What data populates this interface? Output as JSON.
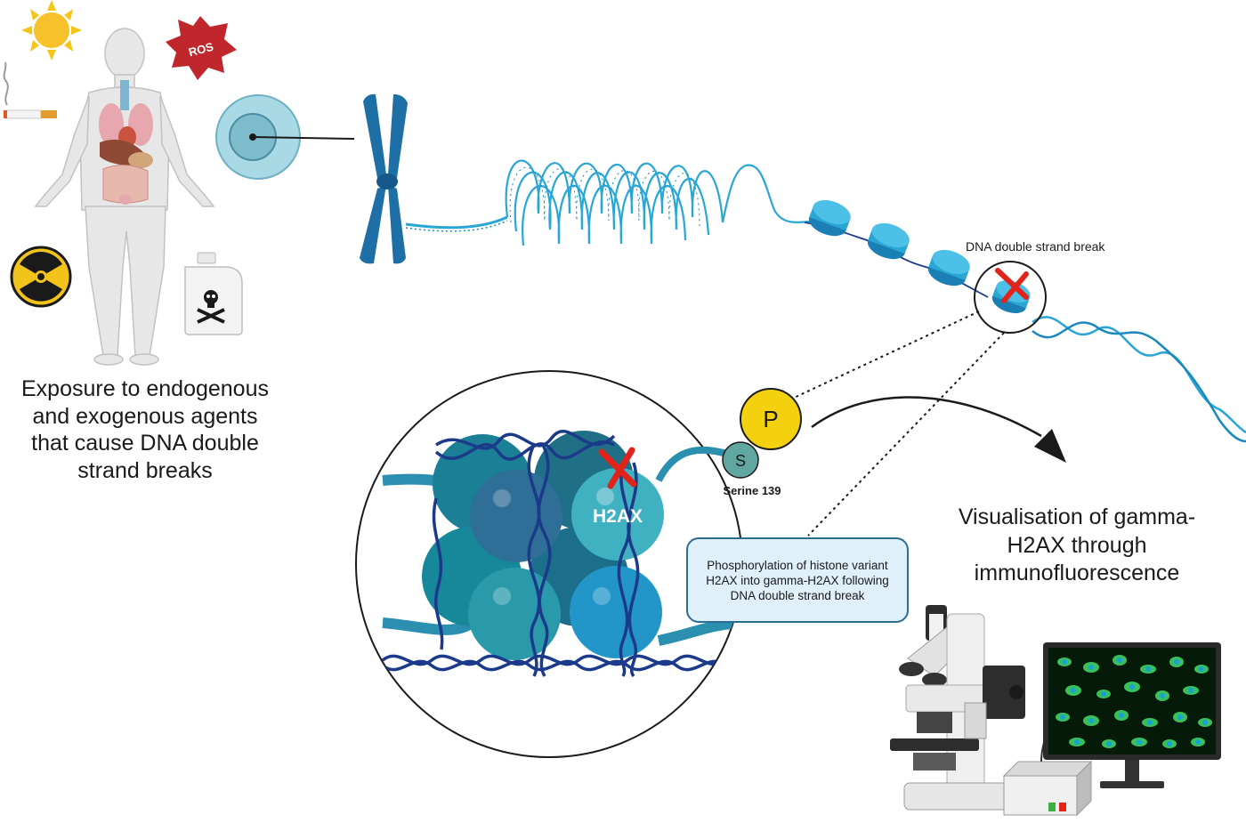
{
  "labels": {
    "exposure": "Exposure to endogenous and exogenous agents that cause DNA double strand breaks",
    "ros": "ROS",
    "dsb": "DNA double strand break",
    "h2ax": "H2AX",
    "phosphate": "P",
    "serine_letter": "S",
    "serine": "Serine 139",
    "callout": "Phosphorylation of histone variant H2AX into gamma-H2AX following DNA double strand break",
    "visualisation": "Visualisation of gamma-H2AX through immunofluorescence"
  },
  "colors": {
    "dna_light": "#2aa6d5",
    "dna_dark": "#1b3a8a",
    "chromosome": "#1d6fa5",
    "histone_teal": "#2c8aa0",
    "h2ax": "#3fb1c0",
    "phosphate": "#f3d10f",
    "serine": "#5fa7a0",
    "break_x": "#e2231a",
    "callout_fill": "#dff0fb",
    "callout_border": "#2d6c94",
    "cell_nucleus": "#1aa0d8",
    "cell_cytoplasm": "#39c05a"
  }
}
